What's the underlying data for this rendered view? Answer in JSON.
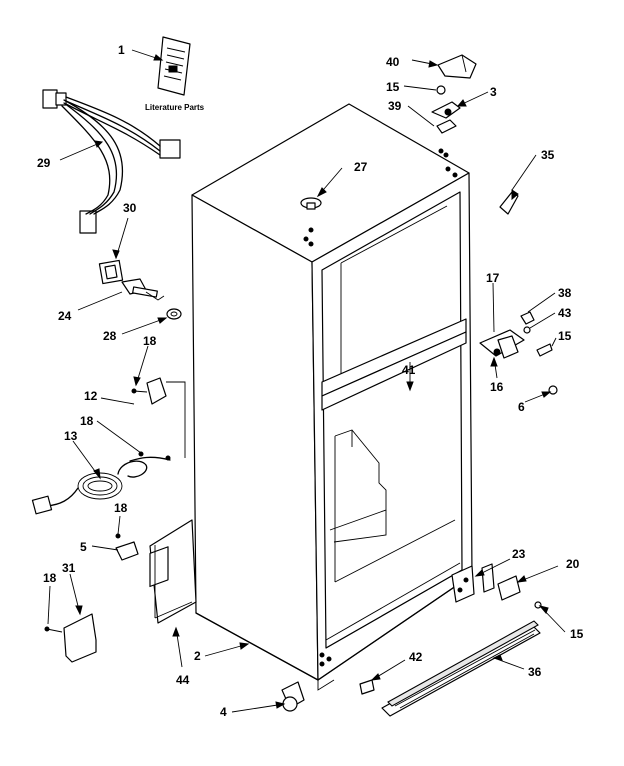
{
  "diagram": {
    "literature_note": "Literature Parts",
    "callouts": {
      "c1": "1",
      "c40": "40",
      "c15a": "15",
      "c3": "3",
      "c39": "39",
      "c35": "35",
      "c29": "29",
      "c27": "27",
      "c30": "30",
      "c24": "24",
      "c28": "28",
      "c17": "17",
      "c38": "38",
      "c43": "43",
      "c15b": "15",
      "c18a": "18",
      "c12": "12",
      "c41": "41",
      "c16": "16",
      "c6": "6",
      "c13": "13",
      "c18b": "18",
      "c18c": "18",
      "c5": "5",
      "c23": "23",
      "c20": "20",
      "c18d": "18",
      "c31": "31",
      "c15c": "15",
      "c2": "2",
      "c44": "44",
      "c42": "42",
      "c36": "36",
      "c4": "4"
    }
  }
}
